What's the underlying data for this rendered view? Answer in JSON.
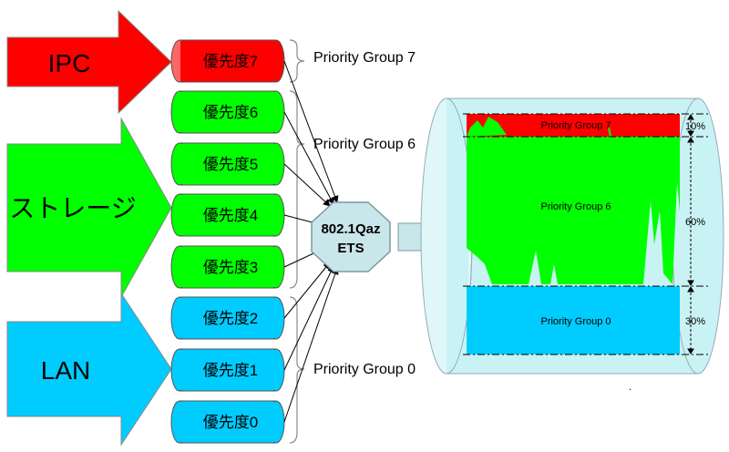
{
  "traffic_classes": [
    {
      "label": "IPC",
      "color": "#ff0000"
    },
    {
      "label": "ストレージ",
      "color": "#00ff00"
    },
    {
      "label": "LAN",
      "color": "#00ccff"
    }
  ],
  "queues": [
    {
      "label": "優先度7",
      "color": "#ff0000"
    },
    {
      "label": "優先度6",
      "color": "#00ff00"
    },
    {
      "label": "優先度5",
      "color": "#00ff00"
    },
    {
      "label": "優先度4",
      "color": "#00ff00"
    },
    {
      "label": "優先度3",
      "color": "#00ff00"
    },
    {
      "label": "優先度2",
      "color": "#00ccff"
    },
    {
      "label": "優先度1",
      "color": "#00ccff"
    },
    {
      "label": "優先度0",
      "color": "#00ccff"
    }
  ],
  "priority_groups": {
    "pg7": "Priority Group 7",
    "pg6": "Priority Group 6",
    "pg0": "Priority Group 0"
  },
  "ets": {
    "line1": "802.1Qaz",
    "line2": "ETS"
  },
  "bandwidth": {
    "pg7": {
      "label": "Priority Group 7",
      "percent": "10%",
      "color": "#ff0000"
    },
    "pg6": {
      "label": "Priority Group 6",
      "percent": "60%",
      "color": "#00ff00"
    },
    "pg0": {
      "label": "Priority Group 0",
      "percent": "30%",
      "color": "#00ccff"
    }
  }
}
